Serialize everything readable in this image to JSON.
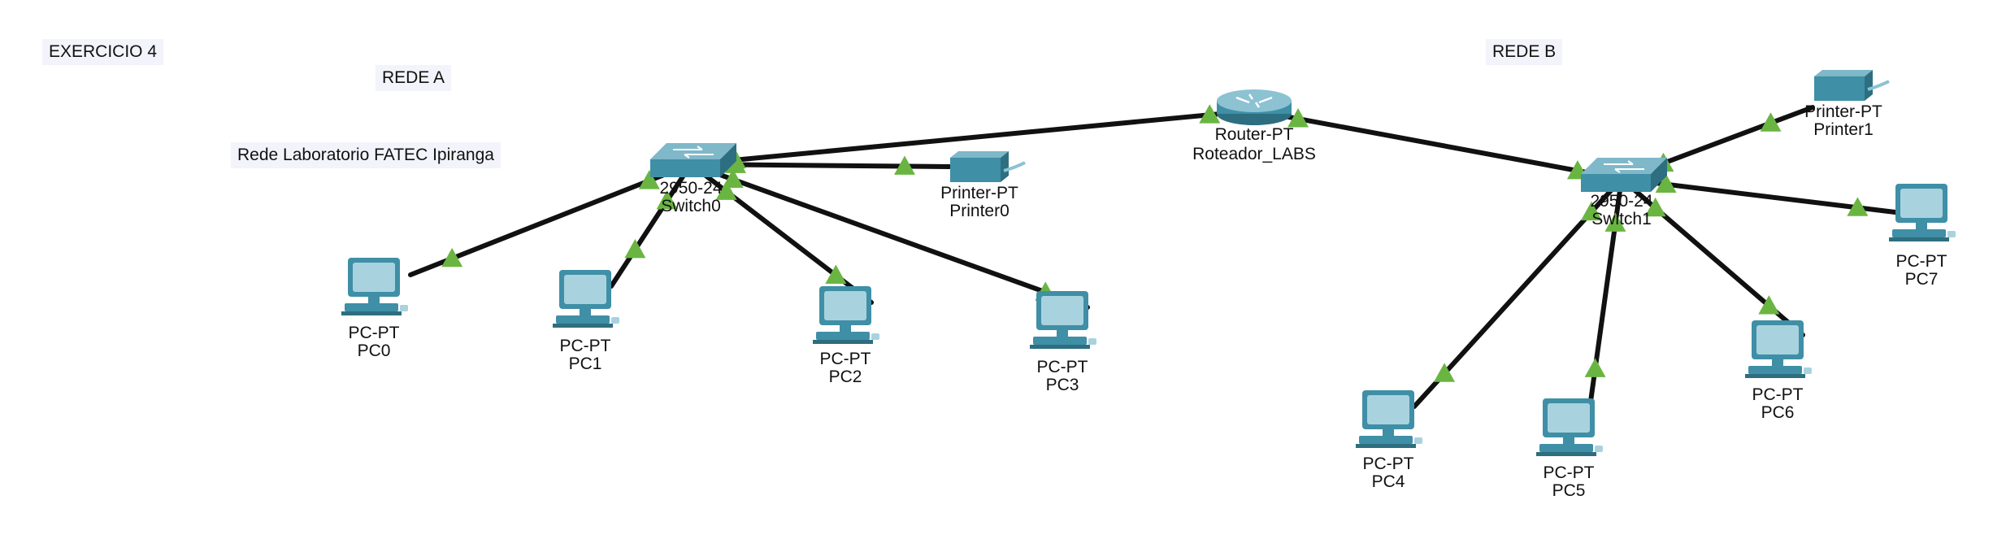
{
  "notes": {
    "exercise": "EXERCICIO 4",
    "network_a": "REDE A",
    "lab_description": "Rede Laboratorio FATEC Ipiranga",
    "network_b": "REDE B"
  },
  "colors": {
    "link": "#111111",
    "link_up_indicator": "#6ab542",
    "device_body": "#3f8fa6",
    "device_light": "#a9d2df",
    "note_background": "#f3f3fb"
  },
  "devices": [
    {
      "id": "router",
      "icon": "router-icon",
      "model": "Router-PT",
      "name": "Roteador_LABS"
    },
    {
      "id": "switch0",
      "icon": "switch-icon",
      "model": "2950-24",
      "name": "Switch0"
    },
    {
      "id": "switch1",
      "icon": "switch-icon",
      "model": "2950-24",
      "name": "Switch1"
    },
    {
      "id": "printer0",
      "icon": "printer-icon",
      "model": "Printer-PT",
      "name": "Printer0"
    },
    {
      "id": "printer1",
      "icon": "printer-icon",
      "model": "Printer-PT",
      "name": "Printer1"
    },
    {
      "id": "pc0",
      "icon": "pc-icon",
      "model": "PC-PT",
      "name": "PC0"
    },
    {
      "id": "pc1",
      "icon": "pc-icon",
      "model": "PC-PT",
      "name": "PC1"
    },
    {
      "id": "pc2",
      "icon": "pc-icon",
      "model": "PC-PT",
      "name": "PC2"
    },
    {
      "id": "pc3",
      "icon": "pc-icon",
      "model": "PC-PT",
      "name": "PC3"
    },
    {
      "id": "pc4",
      "icon": "pc-icon",
      "model": "PC-PT",
      "name": "PC4"
    },
    {
      "id": "pc5",
      "icon": "pc-icon",
      "model": "PC-PT",
      "name": "PC5"
    },
    {
      "id": "pc6",
      "icon": "pc-icon",
      "model": "PC-PT",
      "name": "PC6"
    },
    {
      "id": "pc7",
      "icon": "pc-icon",
      "model": "PC-PT",
      "name": "PC7"
    }
  ],
  "links": [
    {
      "from": "switch0",
      "to": "router"
    },
    {
      "from": "router",
      "to": "switch1"
    },
    {
      "from": "switch0",
      "to": "printer0"
    },
    {
      "from": "switch0",
      "to": "pc0"
    },
    {
      "from": "switch0",
      "to": "pc1"
    },
    {
      "from": "switch0",
      "to": "pc2"
    },
    {
      "from": "switch0",
      "to": "pc3"
    },
    {
      "from": "switch1",
      "to": "printer1"
    },
    {
      "from": "switch1",
      "to": "pc4"
    },
    {
      "from": "switch1",
      "to": "pc5"
    },
    {
      "from": "switch1",
      "to": "pc6"
    },
    {
      "from": "switch1",
      "to": "pc7"
    }
  ]
}
